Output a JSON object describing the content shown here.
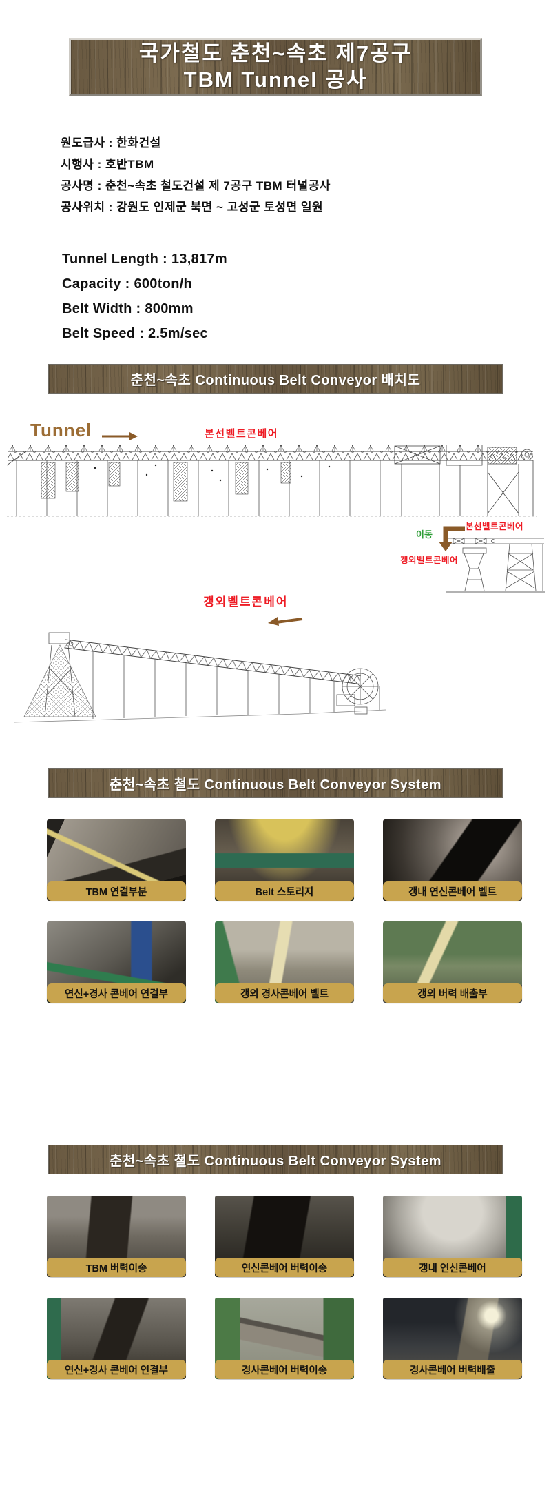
{
  "title_banner": {
    "line1": "국가철도 춘천~속초 제7공구",
    "line2": "TBM Tunnel 공사"
  },
  "project_info": {
    "items": [
      "원도급사 : 한화건설",
      "시행사 : 호반TBM",
      "공사명 : 춘천~속초 철도건설 제 7공구 TBM  터널공사",
      "공사위치 : 강원도 인제군 북면 ~ 고성군 토성면 일원"
    ]
  },
  "specs": {
    "items": [
      "Tunnel Length : 13,817m",
      "Capacity : 600ton/h",
      "Belt Width : 800mm",
      "Belt Speed : 2.5m/sec"
    ]
  },
  "section_headers": {
    "layout": "춘천~속초 Continuous Belt Conveyor 배치도",
    "system_1": "춘천~속초 철도 Continuous Belt Conveyor System",
    "system_2": "춘천~속초 철도 Continuous Belt Conveyor System"
  },
  "diagram": {
    "tunnel_label": "Tunnel",
    "main_belt_label": "본선벨트콘베어",
    "inset": {
      "move_label": "이동",
      "main_belt_label": "본선벨트콘베어",
      "outside_belt_label": "갱외벨트콘베어"
    },
    "outside_belt_label": "갱외벨트콘베어"
  },
  "photo_grids": [
    {
      "cells": [
        {
          "caption": "TBM 연결부분"
        },
        {
          "caption": "Belt 스토리지"
        },
        {
          "caption": "갱내 연신콘베어 벨트"
        },
        {
          "caption": "연신+경사 콘베어 연결부"
        },
        {
          "caption": "갱외 경사콘베어 벨트"
        },
        {
          "caption": "갱외 버력 배출부"
        }
      ]
    },
    {
      "cells": [
        {
          "caption": "TBM 버력이송"
        },
        {
          "caption": "연신콘베어 버력이송"
        },
        {
          "caption": "갱내 연신콘베어"
        },
        {
          "caption": "연신+경사 콘베어 연결부"
        },
        {
          "caption": "경사콘베어 버력이송"
        },
        {
          "caption": "경사콘베어 버력배출"
        }
      ]
    }
  ],
  "colors": {
    "wood_brown": "#6f5e45",
    "label_red": "#ee1c25",
    "label_green": "#2f9e38",
    "arrow_brown": "#8a5a28",
    "tunnel_label_brown": "#9c6d35",
    "caption_bg": "#c8a44e",
    "caption_text": "#151310"
  }
}
